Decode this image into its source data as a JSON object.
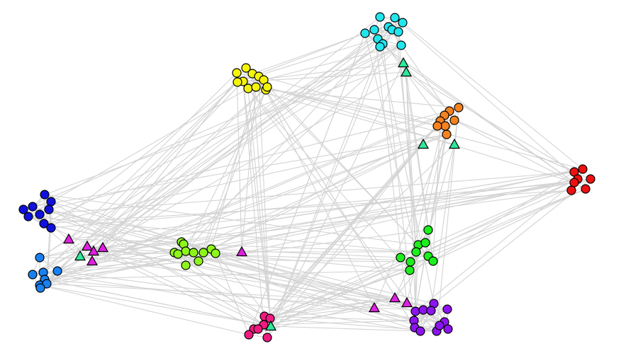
{
  "colors": {
    "background": "#ffffff",
    "edge": "#d3d3d3",
    "node_stroke": "#000000",
    "triangle_green": "#2ee89a",
    "triangle_magenta": "#e020e0"
  },
  "clusters": [
    {
      "id": "cyan",
      "color": "#22e6ee"
    },
    {
      "id": "yellow",
      "color": "#f4f40a"
    },
    {
      "id": "orange",
      "color": "#f5821f"
    },
    {
      "id": "red",
      "color": "#ee1111"
    },
    {
      "id": "blue",
      "color": "#1111dd"
    },
    {
      "id": "lightblue",
      "color": "#1a80f0"
    },
    {
      "id": "lime",
      "color": "#8ef51a"
    },
    {
      "id": "green",
      "color": "#1cf01c"
    },
    {
      "id": "pink",
      "color": "#f01a80"
    },
    {
      "id": "purple",
      "color": "#8c14ee"
    }
  ],
  "node_shapes": [
    "circle",
    "triangle"
  ]
}
